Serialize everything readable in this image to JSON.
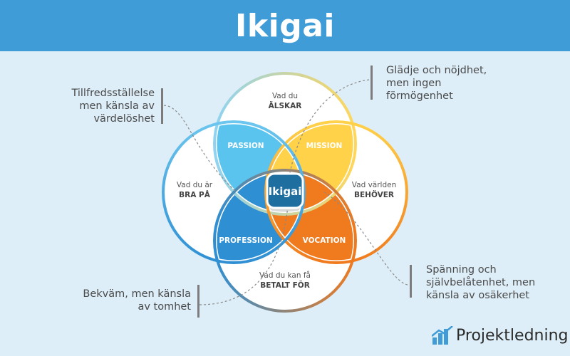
{
  "header": {
    "title": "Ikigai"
  },
  "circles": {
    "love": {
      "line1": "Vad du",
      "line2": "ÄLSKAR"
    },
    "good_at": {
      "line1": "Vad du är",
      "line2": "BRA PÅ"
    },
    "world_needs": {
      "line1": "Vad världen",
      "line2": "BEHÖVER"
    },
    "paid_for": {
      "line1": "Vad du kan få",
      "line2": "BETALT FÖR"
    }
  },
  "overlaps": {
    "passion": "PASSION",
    "mission": "MISSION",
    "profession": "PROFESSION",
    "vocation": "VOCATION",
    "center": "Ikigai"
  },
  "annotations": {
    "top_left": [
      "Tillfredsställelse",
      "men känsla av",
      "värdelöshet"
    ],
    "top_right": [
      "Glädje och nöjdhet,",
      "men ingen",
      "förmögenhet"
    ],
    "bottom_left": [
      "Bekväm, men känsla",
      "av tomhet"
    ],
    "bottom_right": [
      "Spänning och",
      "självbelåtenhet, men",
      "känsla av osäkerhet"
    ]
  },
  "logo": {
    "text": "Projektledning"
  },
  "colors": {
    "header": "#3f9cd6",
    "passion": "#5bc4ee",
    "mission": "#ffd24a",
    "profession": "#2f8fd3",
    "vocation": "#f07a1e",
    "center": "#1f6ea0"
  }
}
